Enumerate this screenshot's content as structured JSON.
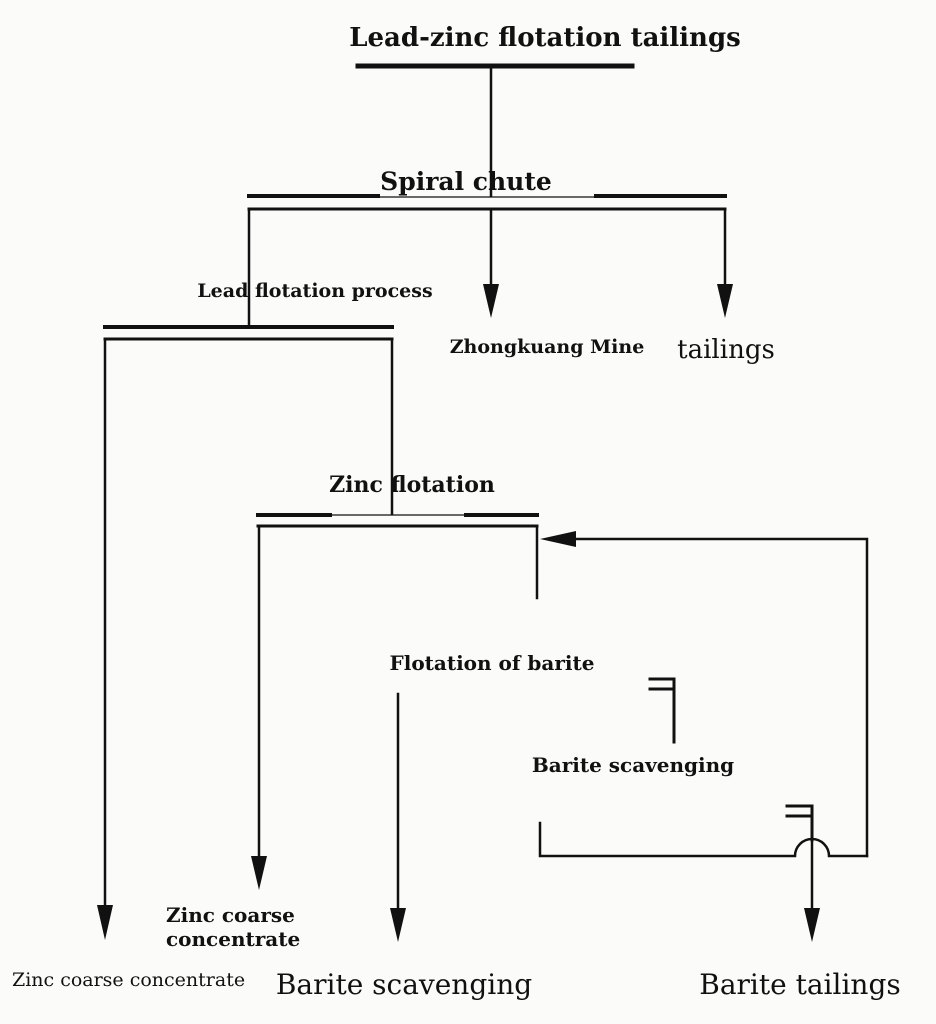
{
  "diagram": {
    "title": "Lead-zinc flotation tailings",
    "spiral_chute": "Spiral chute",
    "lead_flotation": "Lead flotation process",
    "zhongkuang_mine": "Zhongkuang Mine",
    "tailings": "tailings",
    "zinc_flotation": "Zinc flotation",
    "barite_flotation": "Flotation of barite",
    "barite_scavenging_stage": "Barite scavenging",
    "zinc_coarse_concentrate_line1": "Zinc coarse",
    "zinc_coarse_concentrate_line2": "concentrate",
    "output_zinc_coarse_concentrate": "Zinc coarse concentrate",
    "output_barite_scavenging": "Barite scavenging",
    "output_barite_tailings": "Barite tailings"
  }
}
